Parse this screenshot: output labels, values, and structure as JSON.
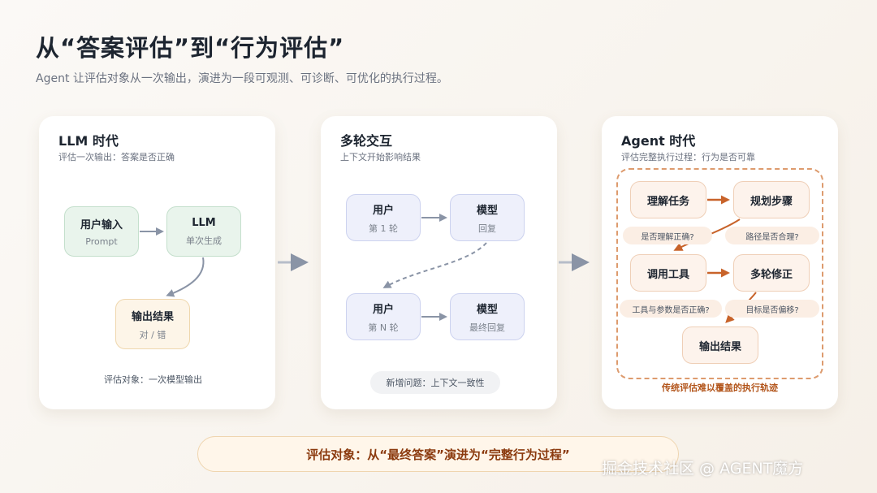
{
  "header": {
    "title": "从“答案评估”到“行为评估”",
    "subtitle": "Agent 让评估对象从一次输出，演进为一段可观测、可诊断、可优化的执行过程。"
  },
  "cards": {
    "llm": {
      "title": "LLM 时代",
      "subtitle": "评估一次输出：答案是否正确",
      "nodes": {
        "user_input": {
          "label": "用户输入",
          "sub": "Prompt"
        },
        "llm": {
          "label": "LLM",
          "sub": "单次生成"
        },
        "output": {
          "label": "输出结果",
          "sub": "对 / 错"
        }
      },
      "note": "评估对象：一次模型输出"
    },
    "multiturn": {
      "title": "多轮交互",
      "subtitle": "上下文开始影响结果",
      "nodes": {
        "user1": {
          "label": "用户",
          "sub": "第 1 轮"
        },
        "model1": {
          "label": "模型",
          "sub": "回复"
        },
        "userN": {
          "label": "用户",
          "sub": "第 N 轮"
        },
        "modelN": {
          "label": "模型",
          "sub": "最终回复"
        }
      },
      "note": "新增问题：上下文一致性"
    },
    "agent": {
      "title": "Agent 时代",
      "subtitle": "评估完整执行过程：行为是否可靠",
      "nodes": {
        "understand": {
          "label": "理解任务"
        },
        "plan": {
          "label": "规划步骤"
        },
        "tool": {
          "label": "调用工具"
        },
        "revise": {
          "label": "多轮修正"
        },
        "output": {
          "label": "输出结果"
        }
      },
      "checks": {
        "q1": "是否理解正确?",
        "q2": "路径是否合理?",
        "q3": "工具与参数是否正确?",
        "q4": "目标是否偏移?"
      },
      "trace_note": "传统评估难以覆盖的执行轨迹"
    }
  },
  "footer": {
    "summary": "评估对象：从“最终答案”演进为“完整行为过程”",
    "watermark": "掘金技术社区 @ AGENT魔方"
  },
  "colors": {
    "accent": "#b2541a",
    "arrow_gray": "#8a94a6",
    "agent_arrow": "#c8632a"
  }
}
